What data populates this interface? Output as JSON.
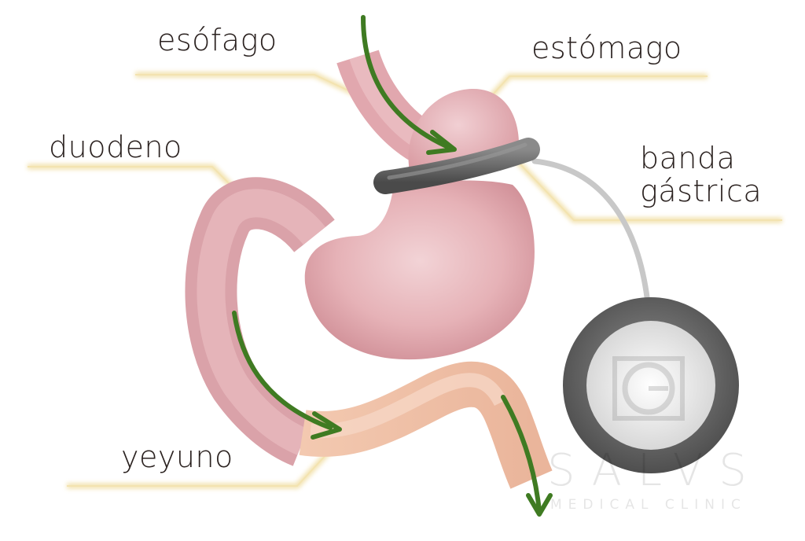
{
  "labels": {
    "esofago": "esófago",
    "estomago": "estómago",
    "duodeno": "duodeno",
    "banda_line1": "banda",
    "banda_line2": "gástrica",
    "yeyuno": "yeyuno"
  },
  "watermark": {
    "name": "SALVS",
    "subtitle": "MEDICAL CLINIC"
  },
  "colors": {
    "stomach": "#e2a4aa",
    "intestine": "#f0c4aa",
    "band": "#6b6b6b",
    "arrow": "#3f7b22",
    "leader_glow": "#f1dfa5"
  },
  "icons": [
    "flow-arrow",
    "gastric-band",
    "access-port",
    "logo-emblem"
  ]
}
